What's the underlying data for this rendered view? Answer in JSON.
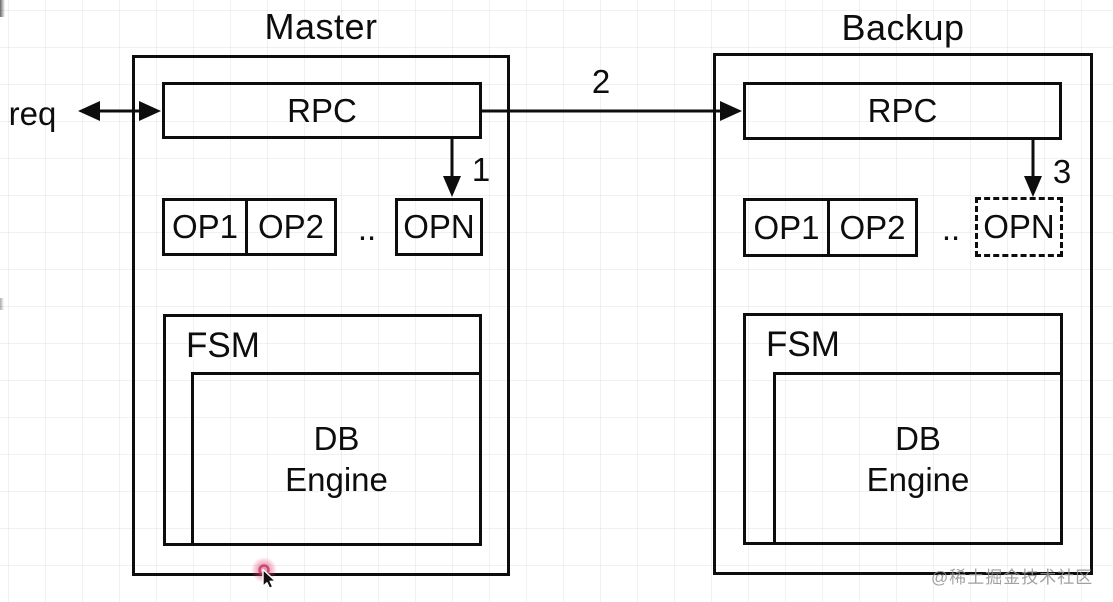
{
  "master": {
    "title": "Master",
    "rpc": "RPC",
    "op1": "OP1",
    "op2": "OP2",
    "dots": "..",
    "opn": "OPN",
    "fsm": "FSM",
    "db": "DB\nEngine"
  },
  "backup": {
    "title": "Backup",
    "rpc": "RPC",
    "op1": "OP1",
    "op2": "OP2",
    "dots": "..",
    "opn": "OPN",
    "fsm": "FSM",
    "db": "DB\nEngine"
  },
  "arrow_labels": {
    "req": "req",
    "step1": "1",
    "step2": "2",
    "step3": "3"
  },
  "watermark": {
    "text": "@稀土掘金技术社区"
  },
  "colors": {
    "line": "#0d0d0d",
    "background": "#ffffff",
    "grid": "#e9e9ec",
    "watermark": "#919194",
    "cursor_glow": "#d94f7e"
  }
}
